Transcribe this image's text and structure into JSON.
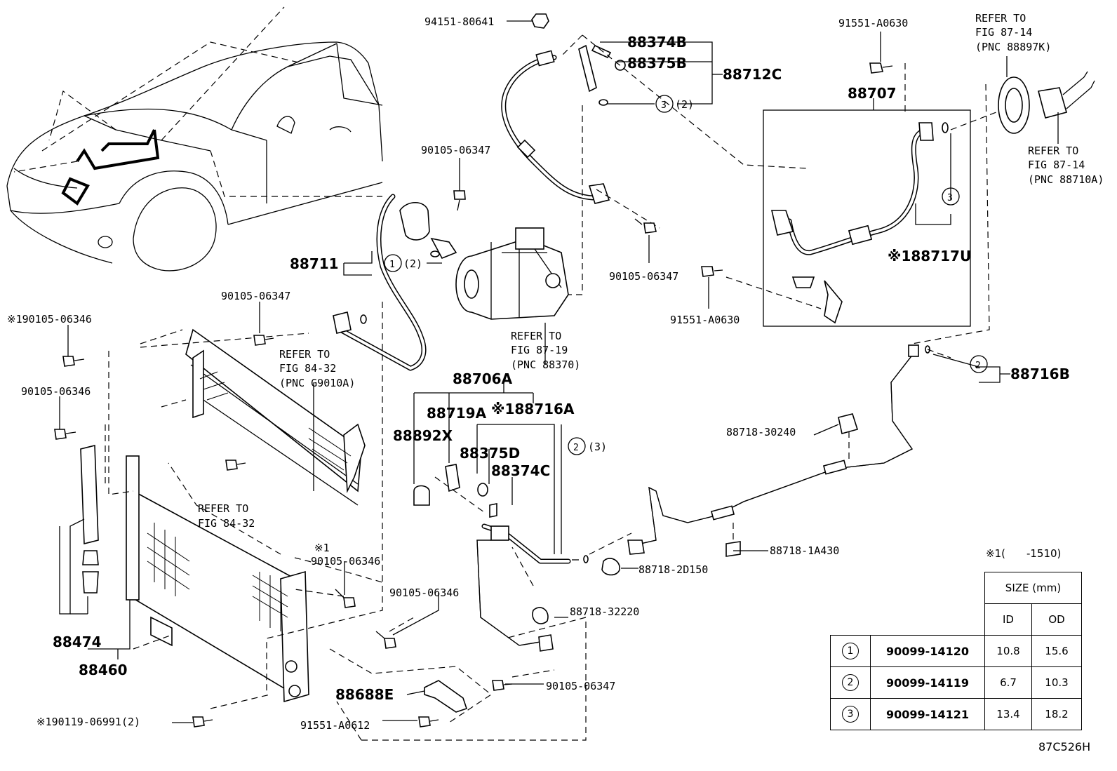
{
  "diagram_code": "87C526H",
  "footnote": "※1(　　-1510)",
  "labels": {
    "p94151_80641": "94151-80641",
    "p88374B": "88374B",
    "p88375B": "88375B",
    "p88712C": "88712C",
    "circ3_2_top": "(2)",
    "p91551_A0630_top": "91551-A0630",
    "refer_87_14_a_1": "REFER TO",
    "refer_87_14_a_2": "FIG 87-14",
    "refer_87_14_a_3": "(PNC 88897K)",
    "p88707": "88707",
    "refer_87_14_b_1": "REFER TO",
    "refer_87_14_b_2": "FIG 87-14",
    "refer_87_14_b_3": "(PNC 88710A)",
    "p90105_06347_a": "90105-06347",
    "p90105_06347_b": "90105-06347",
    "p88711": "88711",
    "circ1_2": "(2)",
    "p88717U": "※188717U",
    "p91551_A0630_b": "91551-A0630",
    "p90105_06347_c": "90105-06347",
    "p190105_06346": "※190105-06346",
    "refer_84_32_a_1": "REFER TO",
    "refer_84_32_a_2": "FIG 84-32",
    "refer_84_32_a_3": "(PNC G9010A)",
    "refer_87_19_1": "REFER TO",
    "refer_87_19_2": "FIG 87-19",
    "refer_87_19_3": "(PNC 88370)",
    "p88706A": "88706A",
    "p88716B": "88716B",
    "p90105_06346_a": "90105-06346",
    "p88719A": "88719A",
    "p188716A": "※188716A",
    "p88892X": "88892X",
    "p88718_30240": "88718-30240",
    "p88375D": "88375D",
    "circ2_3": "(3)",
    "p88374C": "88374C",
    "refer_84_32_b_1": "REFER TO",
    "refer_84_32_b_2": "FIG 84-32",
    "p88718_1A430": "88718-1A430",
    "star1": "※1",
    "p90105_06346_b": "90105-06346",
    "p88718_2D150": "88718-2D150",
    "p90105_06346_c": "90105-06346",
    "p88718_32220": "88718-32220",
    "p88474": "88474",
    "p88460": "88460",
    "p88688E": "88688E",
    "p90105_06347_d": "90105-06347",
    "p190119_06991": "※190119-06991(2)",
    "p91551_A0612": "91551-A0612",
    "circle_1": "1",
    "circle_2": "2",
    "circle_3": "3"
  },
  "spec_table": {
    "header": "SIZE (mm)",
    "col_id": "ID",
    "col_od": "OD",
    "rows": [
      {
        "mark": "1",
        "part": "90099-14120",
        "id": "10.8",
        "od": "15.6"
      },
      {
        "mark": "2",
        "part": "90099-14119",
        "id": "6.7",
        "od": "10.3"
      },
      {
        "mark": "3",
        "part": "90099-14121",
        "id": "13.4",
        "od": "18.2"
      }
    ]
  }
}
